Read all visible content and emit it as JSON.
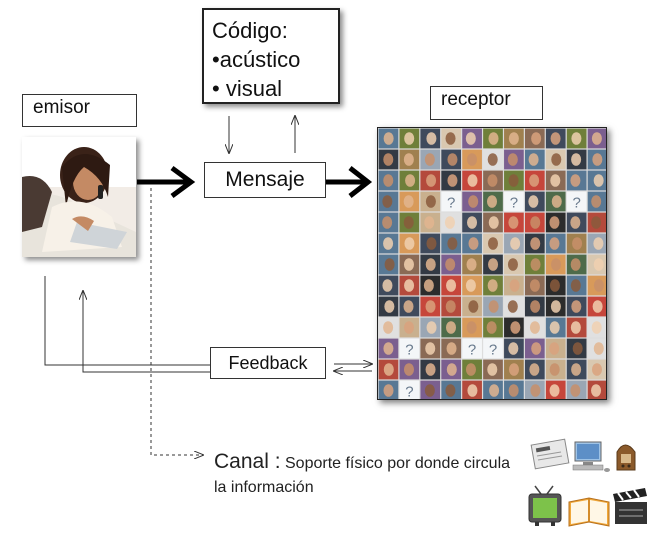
{
  "emisor": {
    "label": "emisor"
  },
  "receptor": {
    "label": "receptor",
    "question_mark": "?"
  },
  "mensaje": {
    "label": "Mensaje"
  },
  "codigo": {
    "title": "Código:",
    "items": [
      "•acústico",
      "• visual"
    ]
  },
  "feedback": {
    "label": "Feedback"
  },
  "canal": {
    "title": "Canal :",
    "description": "Soporte físico por donde circula la información"
  },
  "colors": {
    "box_border": "#333333",
    "arrow_main": "#000000",
    "arrow_thin": "#333333",
    "grid_tiles": [
      "#8a6a55",
      "#3f4a5c",
      "#c9b08e",
      "#6f7f3a",
      "#b44a3c",
      "#2c2c2c",
      "#d9c8b0",
      "#587894",
      "#a0804f",
      "#e0e0e0",
      "#7b5f8f",
      "#c6463b",
      "#9aa6b4",
      "#4e6b4a",
      "#d89a5a",
      "#333a44"
    ]
  },
  "icons": [
    "photo-emisor",
    "audience-grid",
    "newspaper-icon",
    "computer-icon",
    "radio-icon",
    "tv-icon",
    "book-icon",
    "clapperboard-icon"
  ]
}
